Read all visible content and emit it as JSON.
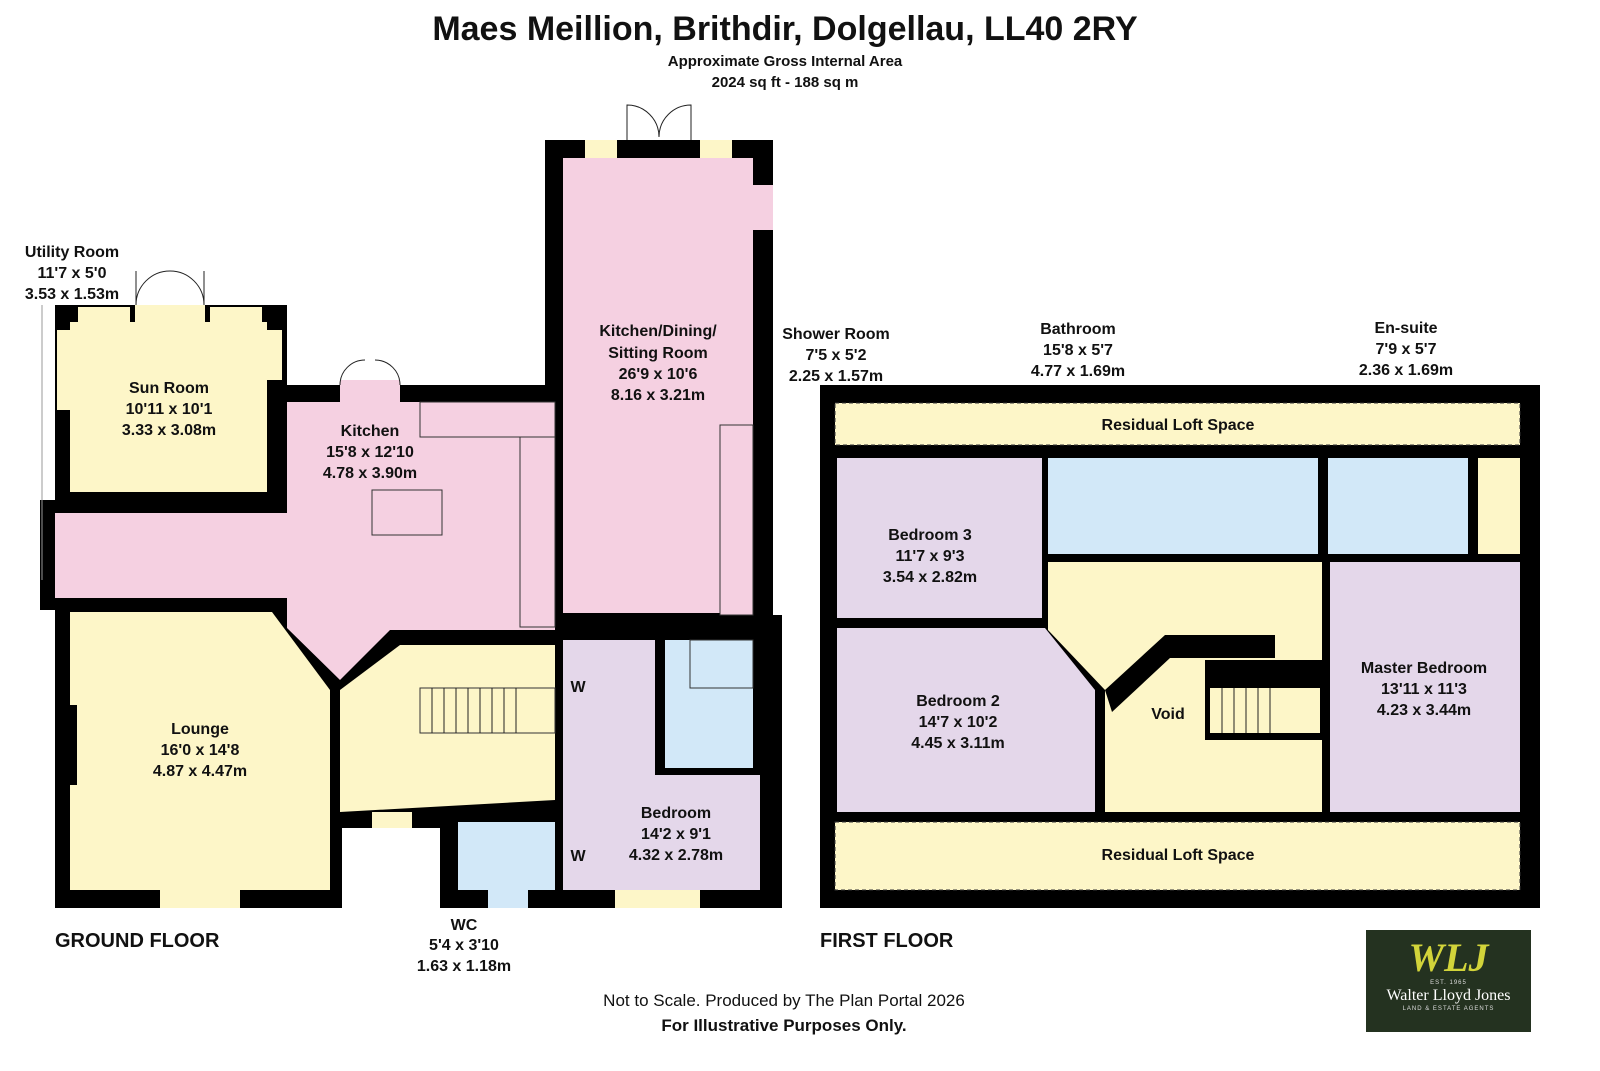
{
  "header": {
    "title": "Maes Meillion, Brithdir, Dolgellau, LL40 2RY",
    "subtitle": "Approximate Gross Internal Area",
    "area": "2024 sq ft - 188 sq m"
  },
  "ground_floor": {
    "label": "GROUND FLOOR",
    "rooms": [
      {
        "name": "Utility Room",
        "imperial": "11'7 x 5'0",
        "metric": "3.53 x 1.53m"
      },
      {
        "name": "Sun Room",
        "imperial": "10'11 x 10'1",
        "metric": "3.33 x 3.08m"
      },
      {
        "name": "Kitchen",
        "imperial": "15'8 x 12'10",
        "metric": "4.78 x 3.90m"
      },
      {
        "name": "Kitchen/Dining/",
        "name2": "Sitting Room",
        "imperial": "26'9 x 10'6",
        "metric": "8.16 x 3.21m"
      },
      {
        "name": "Shower Room",
        "imperial": "7'5 x 5'2",
        "metric": "2.25 x 1.57m"
      },
      {
        "name": "Lounge",
        "imperial": "16'0 x 14'8",
        "metric": "4.87 x 4.47m"
      },
      {
        "name": "Bedroom",
        "imperial": "14'2 x 9'1",
        "metric": "4.32 x 2.78m"
      },
      {
        "name": "WC",
        "imperial": "5'4 x 3'10",
        "metric": "1.63 x 1.18m"
      }
    ],
    "wardrobe_label": "W"
  },
  "first_floor": {
    "label": "FIRST FLOOR",
    "rooms": [
      {
        "name": "Bathroom",
        "imperial": "15'8 x 5'7",
        "metric": "4.77 x 1.69m"
      },
      {
        "name": "En-suite",
        "imperial": "7'9 x 5'7",
        "metric": "2.36 x 1.69m"
      },
      {
        "name": "Bedroom 3",
        "imperial": "11'7 x 9'3",
        "metric": "3.54 x 2.82m"
      },
      {
        "name": "Bedroom 2",
        "imperial": "14'7 x 10'2",
        "metric": "4.45 x 3.11m"
      },
      {
        "name": "Master Bedroom",
        "imperial": "13'11 x 11'3",
        "metric": "4.23 x 3.44m"
      },
      {
        "name": "Void"
      }
    ],
    "loft_label": "Residual Loft Space"
  },
  "footer": {
    "note": "Not to Scale. Produced by The Plan Portal 2026",
    "note_bold": "For Illustrative Purposes Only."
  },
  "logo": {
    "monogram": "WLJ",
    "name": "Walter Lloyd Jones",
    "tagline": "LAND & ESTATE AGENTS",
    "est": "EST. 1965"
  },
  "colors": {
    "wall": "#000000",
    "yellow": "#fdf6c8",
    "pink": "#f5d0e1",
    "lavender": "#e4d7ea",
    "blue": "#d2e8f8",
    "logo_bg": "#243220"
  }
}
